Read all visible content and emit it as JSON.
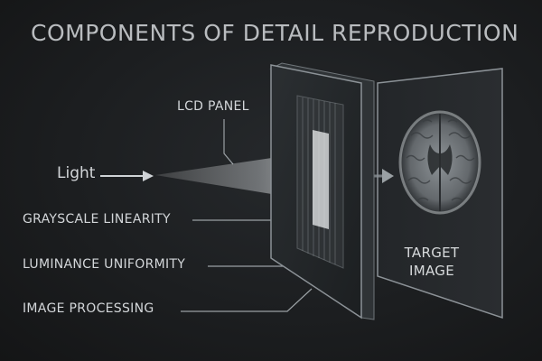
{
  "title": "COMPONENTS OF DETAIL REPRODUCTION",
  "labels": {
    "light": "Light",
    "lcd_panel": "LCD PANEL",
    "grayscale_linearity": "GRAYSCALE LINEARITY",
    "luminance_uniformity": "LUMINANCE UNIFORMITY",
    "image_processing": "IMAGE PROCESSING"
  },
  "target": {
    "line1": "TARGET",
    "line2": "IMAGE"
  },
  "colors": {
    "background": "#1b1d1f",
    "text": "#d3d6d9",
    "leader_line": "#9aa0a4",
    "panel_edge": "#8c9297"
  }
}
